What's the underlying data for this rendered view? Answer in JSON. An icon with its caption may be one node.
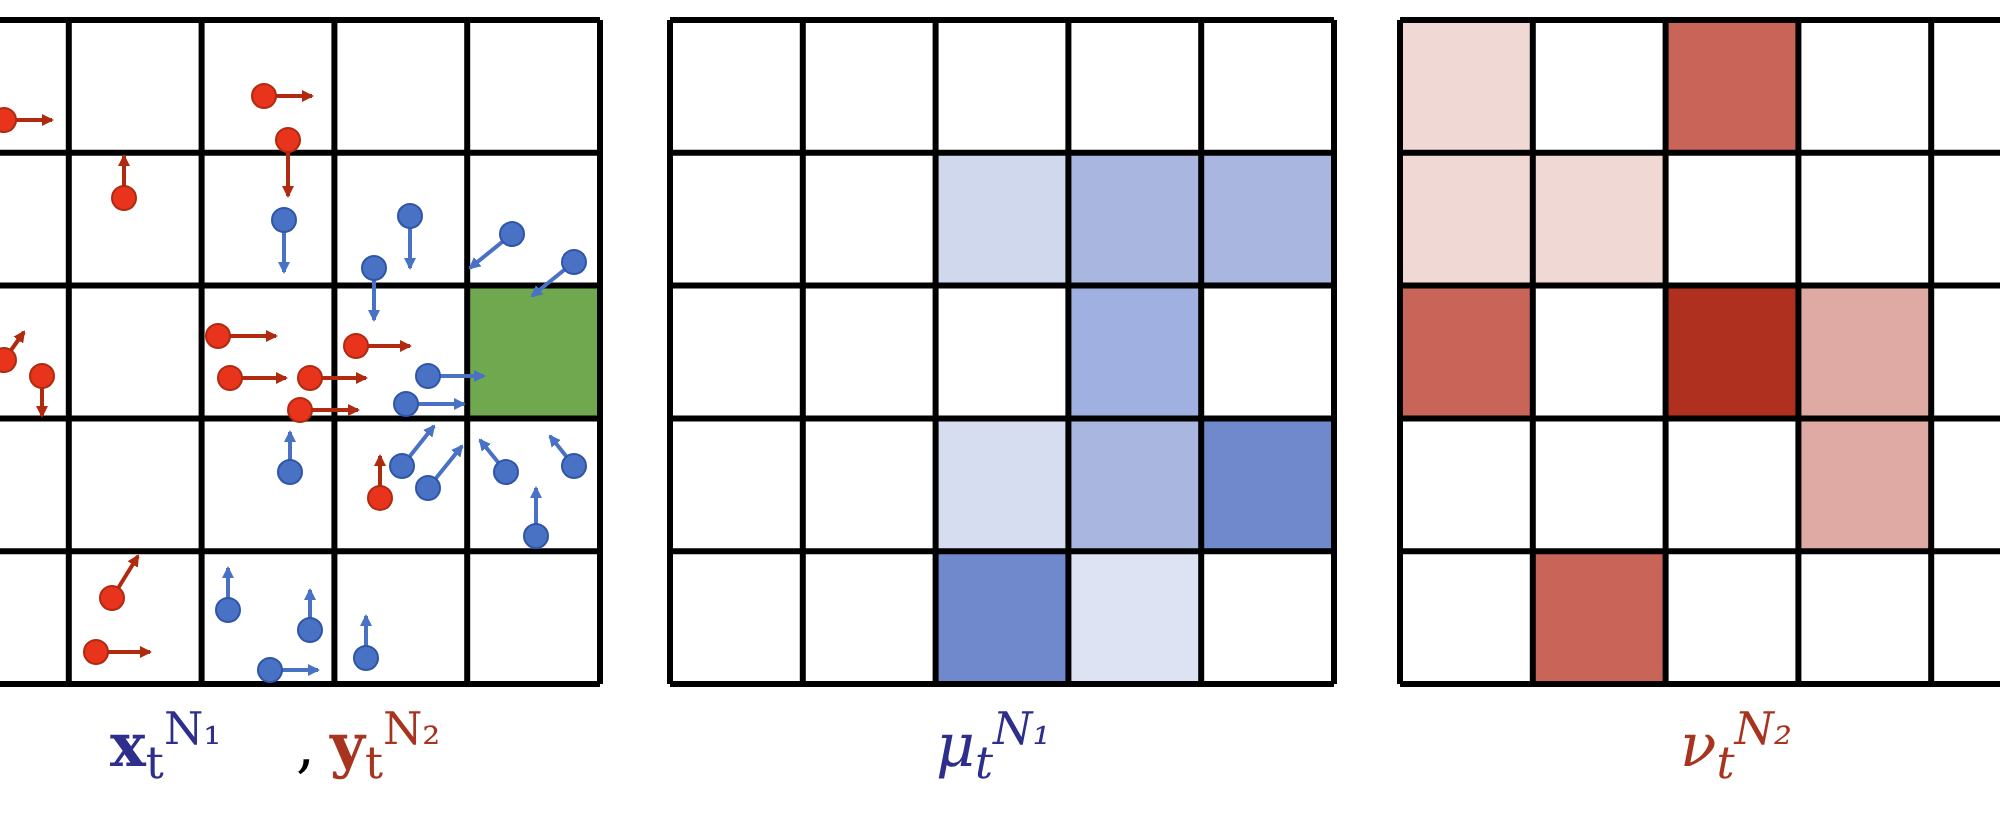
{
  "diagram": {
    "labels": [
      "**x**$_{t}$$^{N₁}$",
      ",",
      "**y**$_{t}$$^{N₂}$",
      "*μ*$_{t}$$^{N₁}$",
      "*ν*$_{t}$$^{N₂}$"
    ]
  }
}
